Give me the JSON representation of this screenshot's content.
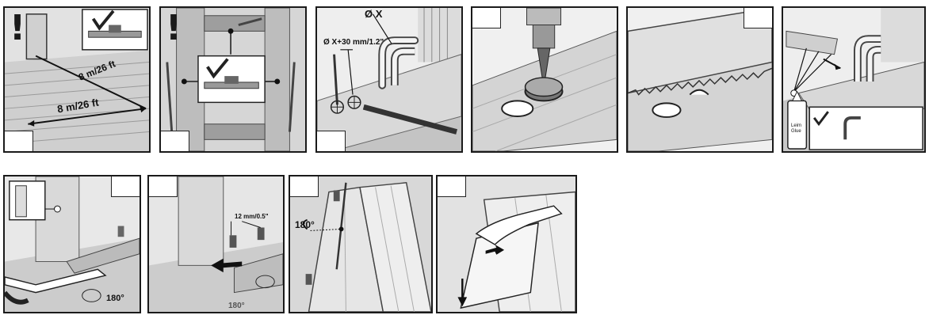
{
  "row1": {
    "p1": {
      "warning_mark": "!",
      "dim_a": "8 m/26 ft",
      "dim_b": "8 m/26 ft"
    },
    "p2": {
      "warning_mark": "!"
    },
    "p3": {
      "pipe_diameter": "Ø X",
      "hole_diameter": "Ø X+30 mm/1.2\""
    },
    "p6": {
      "glue_label": "Leim\nGlue"
    }
  },
  "row2": {
    "p7": {
      "rotation": "180°"
    },
    "p8": {
      "gap_label": "12 mm/0.5\"",
      "rotation": "180°"
    },
    "p9": {
      "rotation": "180°"
    }
  },
  "colors": {
    "border": "#1a1a1a",
    "floor": "#cfcfcf",
    "wall": "#e9e9e9",
    "wood": "#d9d9d9",
    "check": "#222222"
  }
}
